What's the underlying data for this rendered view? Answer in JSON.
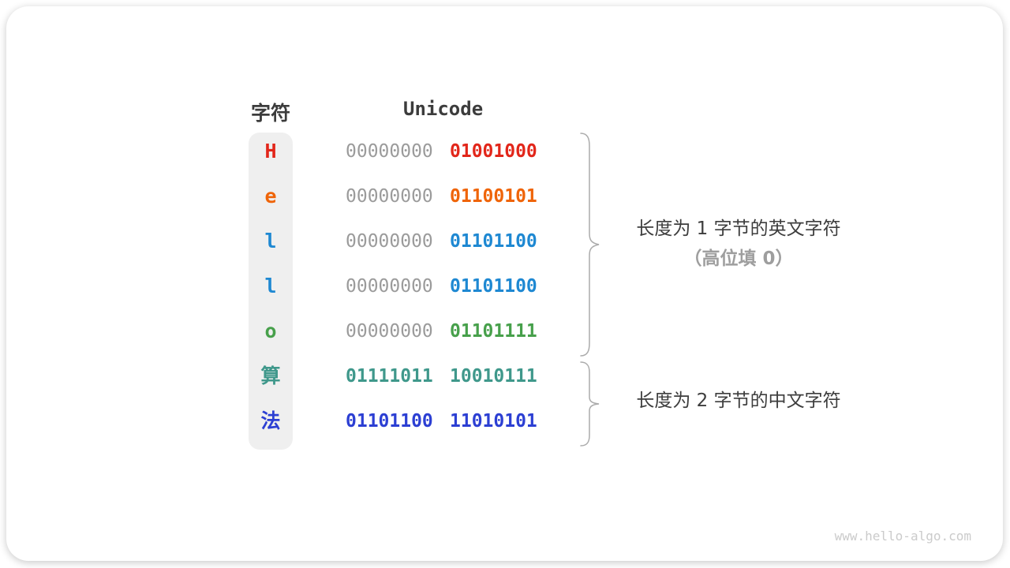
{
  "table": {
    "headers": {
      "char": "字符",
      "unicode": "Unicode"
    },
    "rows": [
      {
        "char": "H",
        "char_color": "#e2261a",
        "byte1": "00000000",
        "byte1_color": "#9b9b9b",
        "byte2": "01001000",
        "byte2_color": "#e2261a"
      },
      {
        "char": "e",
        "char_color": "#ef6408",
        "byte1": "00000000",
        "byte1_color": "#9b9b9b",
        "byte2": "01100101",
        "byte2_color": "#ef6408"
      },
      {
        "char": "l",
        "char_color": "#1e88d2",
        "byte1": "00000000",
        "byte1_color": "#9b9b9b",
        "byte2": "01101100",
        "byte2_color": "#1e88d2"
      },
      {
        "char": "l",
        "char_color": "#1e88d2",
        "byte1": "00000000",
        "byte1_color": "#9b9b9b",
        "byte2": "01101100",
        "byte2_color": "#1e88d2"
      },
      {
        "char": "o",
        "char_color": "#47a04b",
        "byte1": "00000000",
        "byte1_color": "#9b9b9b",
        "byte2": "01101111",
        "byte2_color": "#47a04b"
      },
      {
        "char": "算",
        "char_color": "#3f988b",
        "byte1": "01111011",
        "byte1_color": "#3f988b",
        "byte2": "10010111",
        "byte2_color": "#3f988b"
      },
      {
        "char": "法",
        "char_color": "#2c3fd3",
        "byte1": "01101100",
        "byte1_color": "#2c3fd3",
        "byte2": "11010101",
        "byte2_color": "#2c3fd3"
      }
    ]
  },
  "annotations": {
    "english": {
      "line1": "长度为 1 字节的英文字符",
      "line2": "（高位填 0）"
    },
    "chinese": {
      "line1": "长度为 2 字节的中文字符"
    }
  },
  "watermark": "www.hello-algo.com",
  "colors": {
    "header_text": "#3c3c3c",
    "dim_binary": "#9b9b9b",
    "annotation_text": "#3d3d3d",
    "annotation_sub": "#9e9e9e",
    "brace": "#ababab",
    "char_column_bg": "#efefef",
    "card_bg": "#ffffff"
  }
}
